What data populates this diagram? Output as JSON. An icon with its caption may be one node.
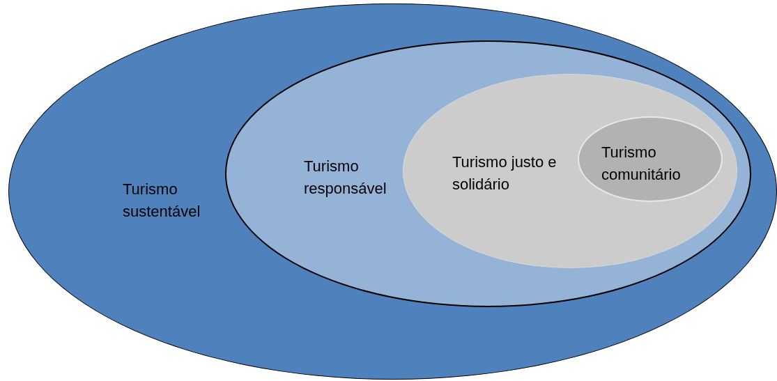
{
  "diagram": {
    "nodes": [
      {
        "text": [
          "Turismo sustentável"
        ]
      },
      {
        "text": [
          "Turismo responsável"
        ],
        "in": 0
      },
      {
        "text": [
          "Turismo justo e solidário"
        ],
        "in": 1
      },
      {
        "text": [
          "Turismo comunitário"
        ],
        "in": 2
      }
    ]
  }
}
